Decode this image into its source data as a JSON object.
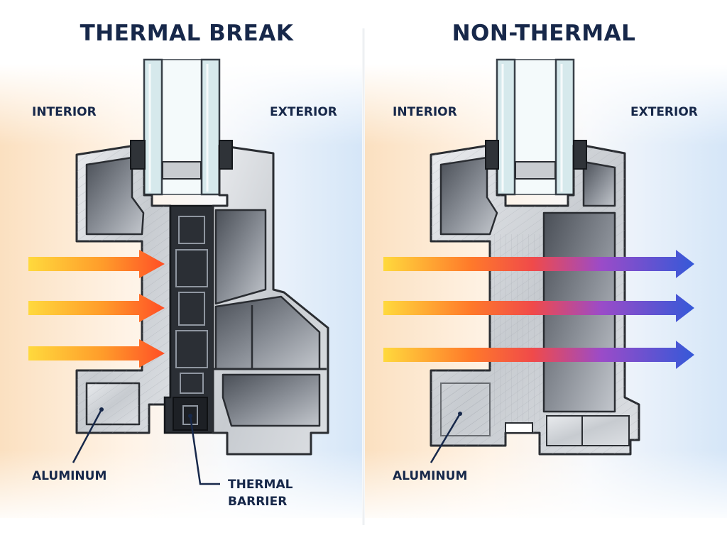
{
  "left_panel": {
    "title": "THERMAL BREAK",
    "interior_label": "INTERIOR",
    "exterior_label": "EXTERIOR",
    "aluminum_label": "ALUMINUM",
    "barrier_label_line1": "THERMAL",
    "barrier_label_line2": "BARRIER"
  },
  "right_panel": {
    "title": "NON-THERMAL",
    "interior_label": "INTERIOR",
    "exterior_label": "EXTERIOR",
    "aluminum_label": "ALUMINUM"
  },
  "colors": {
    "title_text": "#17284a",
    "warm_side": "#fbe2c4",
    "cool_side": "#d7e8f8",
    "heat_arrow_start": "#ffd43a",
    "heat_arrow_mid": "#ff5a2a",
    "heat_arrow_end": "#3f5ed6",
    "aluminum": "#c9ccd1",
    "thermal_barrier": "#2b2f35"
  },
  "icons": {
    "heat_flow": "arrow-right-icon"
  }
}
